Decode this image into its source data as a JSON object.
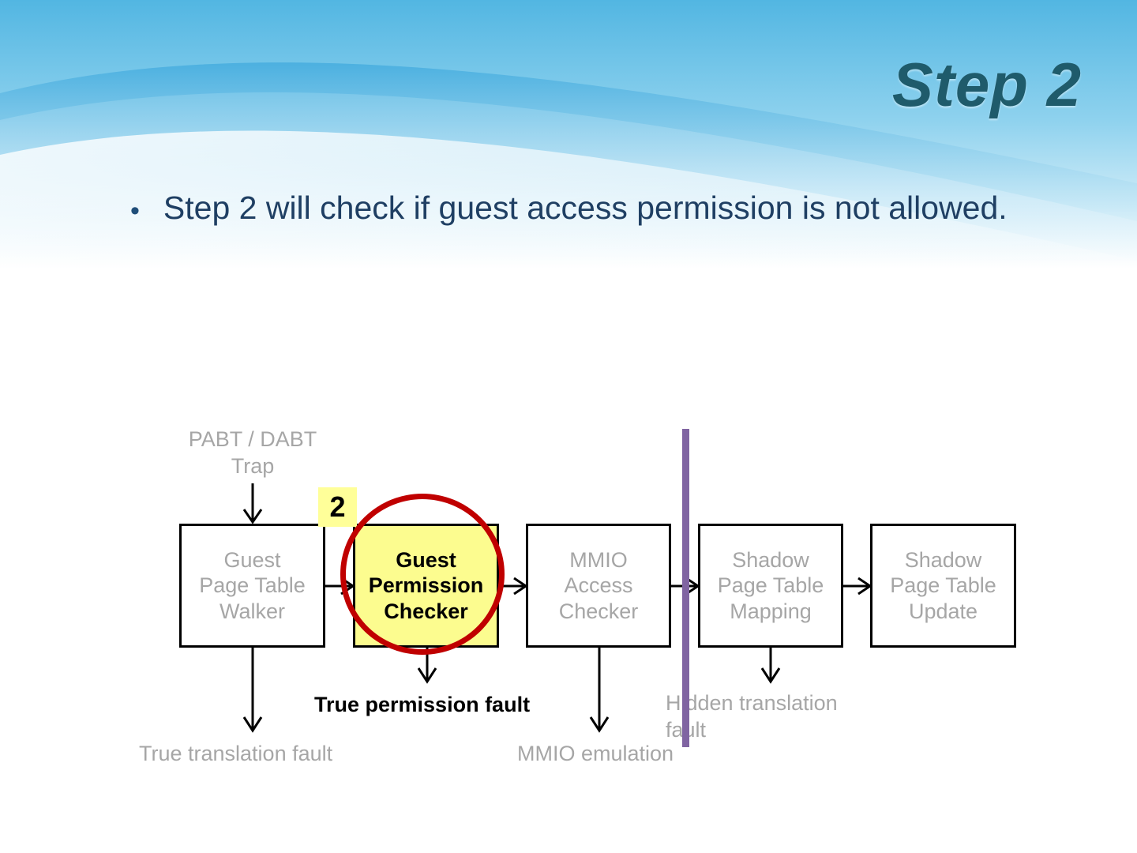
{
  "slide": {
    "title": "Step 2",
    "bullets": [
      {
        "marker": "•",
        "text": "Step 2 will check if guest access permission is not allowed."
      }
    ]
  },
  "colors": {
    "title": "#1F5B6B",
    "bullet_text": "#1F3F63",
    "box_border": "#000000",
    "box_text_muted": "#A6A6A6",
    "highlight_fill": "#FCFC8F",
    "badge_fill": "#FFFF99",
    "circle_stroke": "#C00000",
    "divider": "#8064A2",
    "banner_blue": "#5DBCE5"
  },
  "diagram": {
    "input_label": "PABT / DABT\nTrap",
    "step_badge": "2",
    "boxes": [
      {
        "label": "Guest\nPage Table\nWalker",
        "highlighted": false
      },
      {
        "label": "Guest\nPermission\nChecker",
        "highlighted": true
      },
      {
        "label": "MMIO\nAccess\nChecker",
        "highlighted": false
      },
      {
        "label": "Shadow\nPage Table\nMapping",
        "highlighted": false
      },
      {
        "label": "Shadow\nPage Table\nUpdate",
        "highlighted": false
      }
    ],
    "outputs": [
      {
        "label": "True translation fault",
        "emphasis": false
      },
      {
        "label": "True permission fault",
        "emphasis": true
      },
      {
        "label": "MMIO emulation",
        "emphasis": false
      },
      {
        "label": "Hidden translation\nfault",
        "emphasis": false
      }
    ]
  }
}
